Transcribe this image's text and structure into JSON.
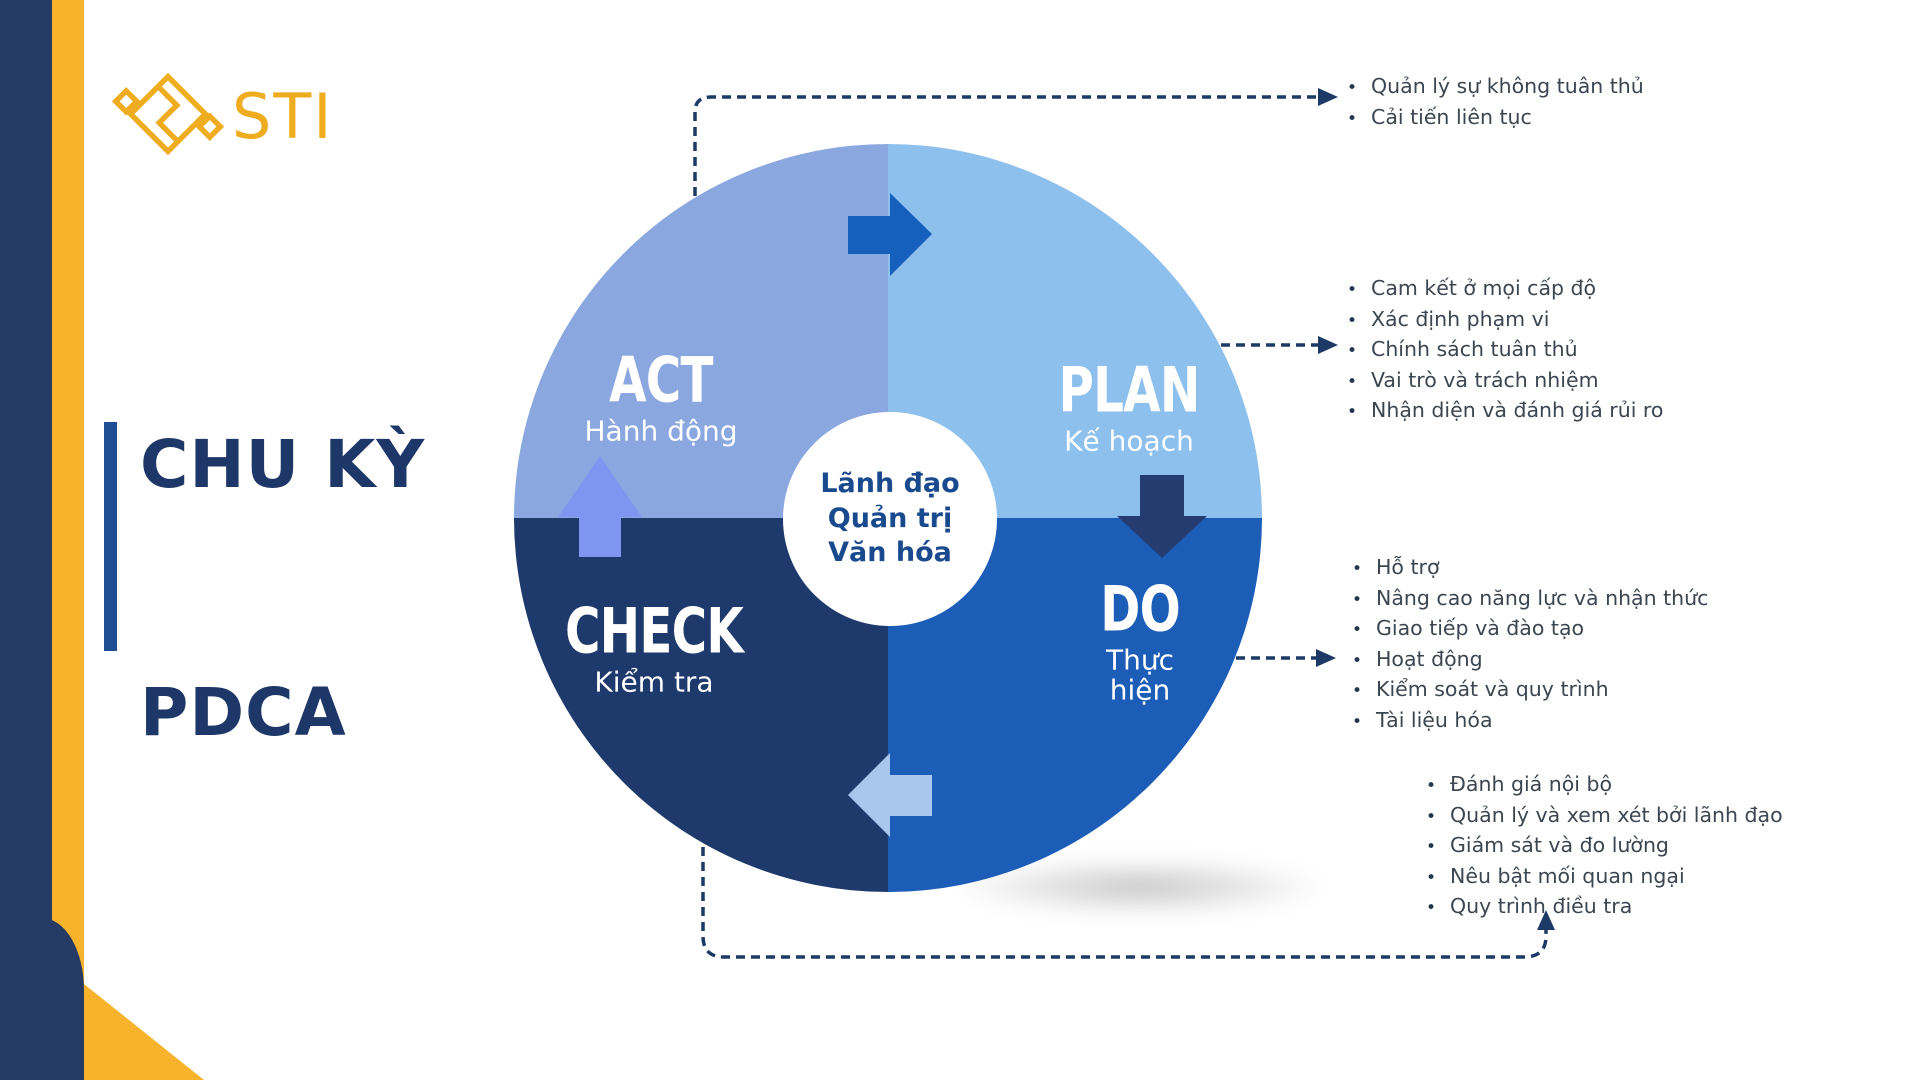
{
  "brand": {
    "logo_text": "STI"
  },
  "title": {
    "line1": "CHU KỲ",
    "line2": "PDCA"
  },
  "center": {
    "lines": [
      "Lãnh đạo",
      "Quản trị",
      "Văn hóa"
    ]
  },
  "quadrants": [
    {
      "id": "act",
      "label": "ACT",
      "sub": "Hành động"
    },
    {
      "id": "plan",
      "label": "PLAN",
      "sub": "Kế hoạch"
    },
    {
      "id": "do",
      "label": "DO",
      "sub": "Thực hiện"
    },
    {
      "id": "check",
      "label": "CHECK",
      "sub": "Kiểm tra"
    }
  ],
  "lists": {
    "act": [
      "Quản lý sự không tuân thủ",
      "Cải tiến liên tục"
    ],
    "plan": [
      "Cam kết ở mọi cấp độ",
      "Xác định phạm vi",
      "Chính sách tuân thủ",
      "Vai trò và trách nhiệm",
      "Nhận diện và đánh giá rủi ro"
    ],
    "do": [
      "Hỗ trợ",
      "Nâng cao năng lực và nhận thức",
      "Giao tiếp và đào tạo",
      "Hoạt động",
      "Kiểm soát và quy trình",
      "Tài liệu hóa"
    ],
    "check": [
      "Đánh giá nội bộ",
      "Quản lý và xem xét bởi lãnh đạo",
      "Giám sát và đo lường",
      "Nêu bật mối quan ngại",
      "Quy trình điều tra"
    ]
  },
  "colors": {
    "navy": "#253A64",
    "gold": "#F7B32B",
    "logo_gold": "#EFAC1E",
    "accent_bar": "#1E4E93",
    "title": "#1D3768",
    "act": "#8BA7E0",
    "plan": "#8EC0ED",
    "do": "#1C5DB8",
    "check": "#1E3A6C",
    "arrow_right": "#1660BD",
    "arrow_down": "#243C70",
    "arrow_left": "#A9C6EE",
    "arrow_up": "#7E96F0",
    "center_text": "#1A4A8E",
    "bullet_text": "#3C4650",
    "bullet_dot": "#24364E",
    "dash": "#1D3A66"
  }
}
